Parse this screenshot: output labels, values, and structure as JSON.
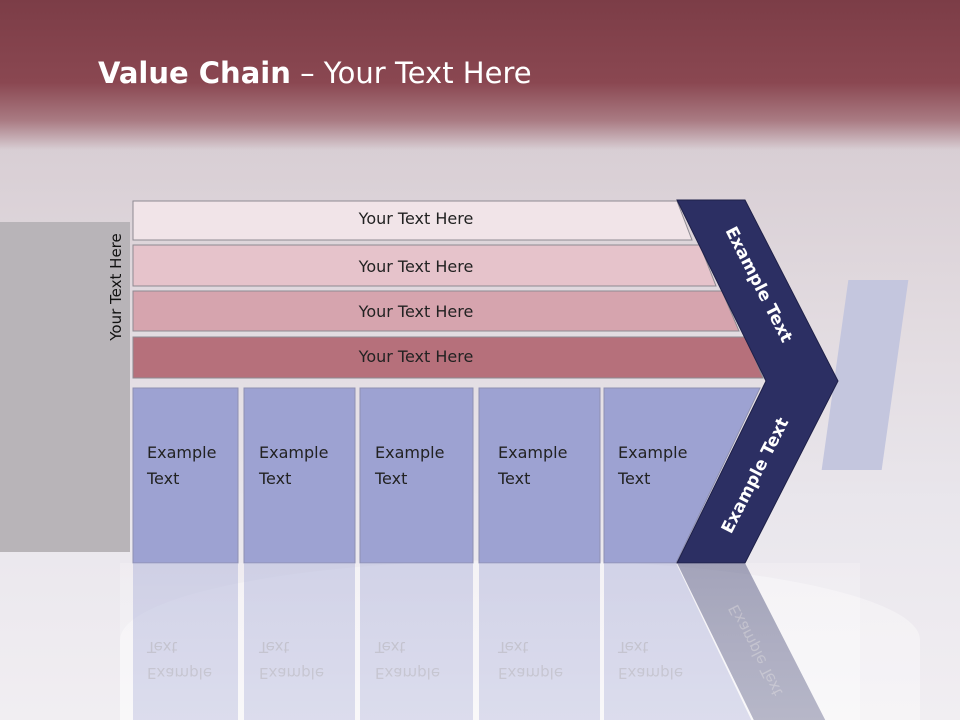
{
  "title": {
    "bold": "Value Chain",
    "rest": " – Your Text Here"
  },
  "side_label": "Your Text Here",
  "rows": [
    {
      "label": "Your Text Here",
      "color": "#f1e4e8"
    },
    {
      "label": "Your Text Here",
      "color": "#e6c3cb"
    },
    {
      "label": "Your Text Here",
      "color": "#d6a4ae"
    },
    {
      "label": "Your Text Here",
      "color": "#b6707b"
    }
  ],
  "columns": [
    {
      "line1": "Example",
      "line2": "Text"
    },
    {
      "line1": "Example",
      "line2": "Text"
    },
    {
      "line1": "Example",
      "line2": "Text"
    },
    {
      "line1": "Example",
      "line2": "Text"
    },
    {
      "line1": "Example",
      "line2": "Text"
    }
  ],
  "chevron": {
    "upper_label": "Example Text",
    "lower_label": "Example Text"
  },
  "colors": {
    "header": "#8a4751",
    "column_fill": "#9da2d2",
    "chevron": "#2c2f63"
  }
}
